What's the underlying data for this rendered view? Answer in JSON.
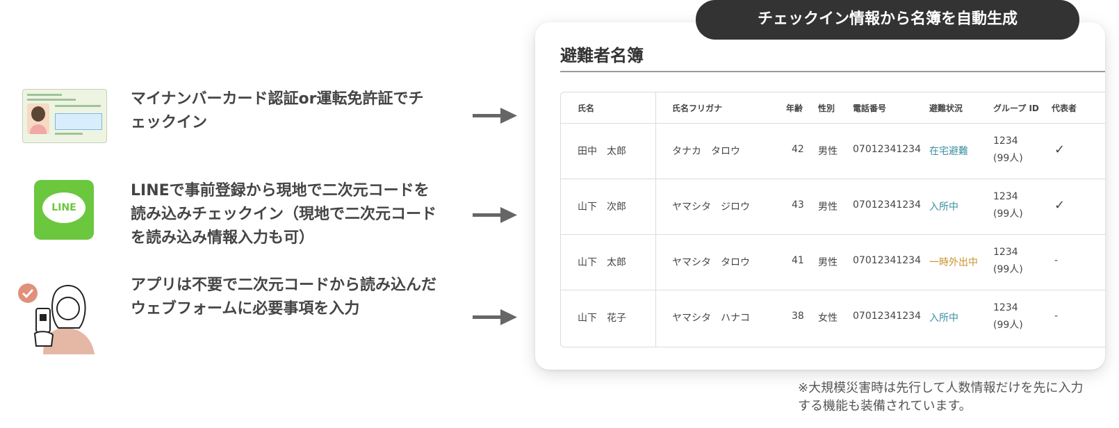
{
  "methods": [
    {
      "icon": "id-card-icon",
      "text": "マイナンバーカード認証or運転免許証でチェックイン"
    },
    {
      "icon": "line-app-icon",
      "icon_label": "LINE",
      "text": "LINEで事前登録から現地で二次元コードを読み込みチェックイン（現地で二次元コードを読み込み情報入力も可）"
    },
    {
      "icon": "person-with-phone-icon",
      "text": "アプリは不要で二次元コードから読み込んだウェブフォームに必要事項を入力"
    }
  ],
  "badge": "チェックイン情報から名簿を自動生成",
  "roster": {
    "title": "避難者名簿",
    "headers": [
      "氏名",
      "氏名フリガナ",
      "年齢",
      "性別",
      "電話番号",
      "避難状況",
      "グループ ID",
      "代表者"
    ],
    "rows": [
      {
        "name": "田中　太郎",
        "kana": "タナカ　タロウ",
        "age": "42",
        "gender": "男性",
        "phone": "07012341234",
        "status": "在宅避難",
        "group_id": "1234",
        "group_size": "(99人)",
        "rep": "✓"
      },
      {
        "name": "山下　次郎",
        "kana": "ヤマシタ　ジロウ",
        "age": "43",
        "gender": "男性",
        "phone": "07012341234",
        "status": "入所中",
        "group_id": "1234",
        "group_size": "(99人)",
        "rep": "✓"
      },
      {
        "name": "山下　太郎",
        "kana": "ヤマシタ　タロウ",
        "age": "41",
        "gender": "男性",
        "phone": "07012341234",
        "status": "一時外出中",
        "group_id": "1234",
        "group_size": "(99人)",
        "rep": "-"
      },
      {
        "name": "山下　花子",
        "kana": "ヤマシタ　ハナコ",
        "age": "38",
        "gender": "女性",
        "phone": "07012341234",
        "status": "入所中",
        "group_id": "1234",
        "group_size": "(99人)",
        "rep": "-"
      }
    ]
  },
  "note": "※大規模災害時は先行して人数情報だけを先に入力する機能も装備されています。",
  "colors": {
    "status_home": "#3d8ea2",
    "status_in": "#3d8ea2",
    "status_out": "#c8922b",
    "badge_bg": "#333333",
    "line_green": "#6bc73d"
  }
}
